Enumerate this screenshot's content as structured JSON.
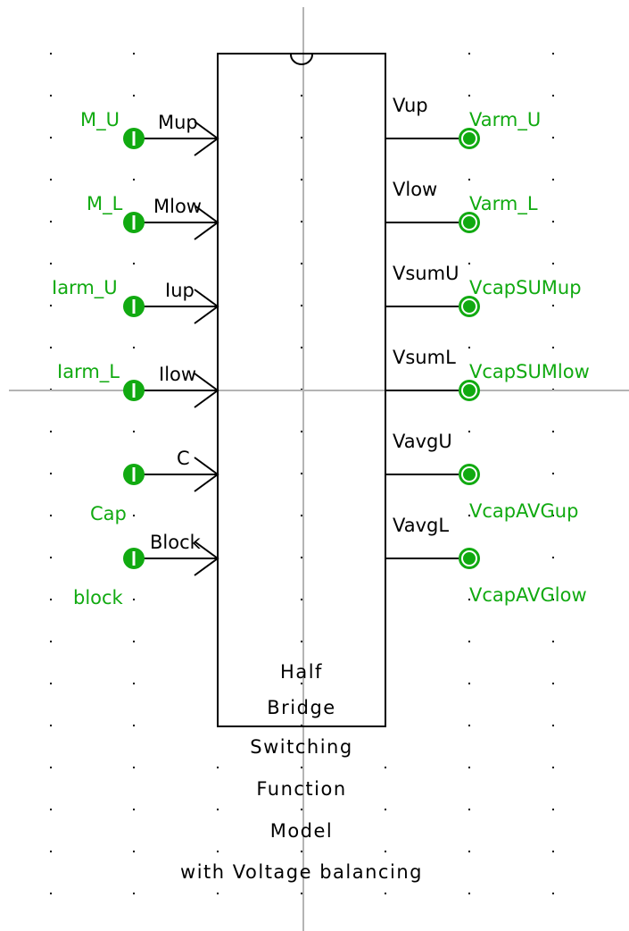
{
  "colors": {
    "background": "#ffffff",
    "crosshair": "#b4b4b4",
    "grid_dot": "#000000",
    "block_outline": "#000000",
    "wire": "#000000",
    "signal": "#11aa11"
  },
  "block": {
    "caption_lines": [
      "Half",
      "Bridge",
      "Switching",
      "Function",
      "Model",
      "with Voltage balancing"
    ]
  },
  "inputs": [
    {
      "pin": "Mup",
      "signal": "M_U",
      "signal_below": false,
      "icon": "input-port-icon"
    },
    {
      "pin": "Mlow",
      "signal": "M_L",
      "signal_below": false,
      "icon": "input-port-icon"
    },
    {
      "pin": "Iup",
      "signal": "Iarm_U",
      "signal_below": false,
      "icon": "input-port-icon"
    },
    {
      "pin": "Ilow",
      "signal": "Iarm_L",
      "signal_below": false,
      "icon": "input-port-icon"
    },
    {
      "pin": "C",
      "signal": "Cap",
      "signal_below": true,
      "icon": "input-port-icon"
    },
    {
      "pin": "Block",
      "signal": "block",
      "signal_below": true,
      "icon": "input-port-icon"
    }
  ],
  "outputs": [
    {
      "pin": "Vup",
      "signal": "Varm_U",
      "signal_below": false,
      "icon": "output-port-icon"
    },
    {
      "pin": "Vlow",
      "signal": "Varm_L",
      "signal_below": false,
      "icon": "output-port-icon"
    },
    {
      "pin": "VsumU",
      "signal": "VcapSUMup",
      "signal_below": false,
      "icon": "output-port-icon"
    },
    {
      "pin": "VsumL",
      "signal": "VcapSUMlow",
      "signal_below": false,
      "icon": "output-port-icon"
    },
    {
      "pin": "VavgU",
      "signal": "VcapAVGup",
      "signal_below": true,
      "icon": "output-port-icon"
    },
    {
      "pin": "VavgL",
      "signal": "VcapAVGlow",
      "signal_below": true,
      "icon": "output-port-icon"
    }
  ]
}
